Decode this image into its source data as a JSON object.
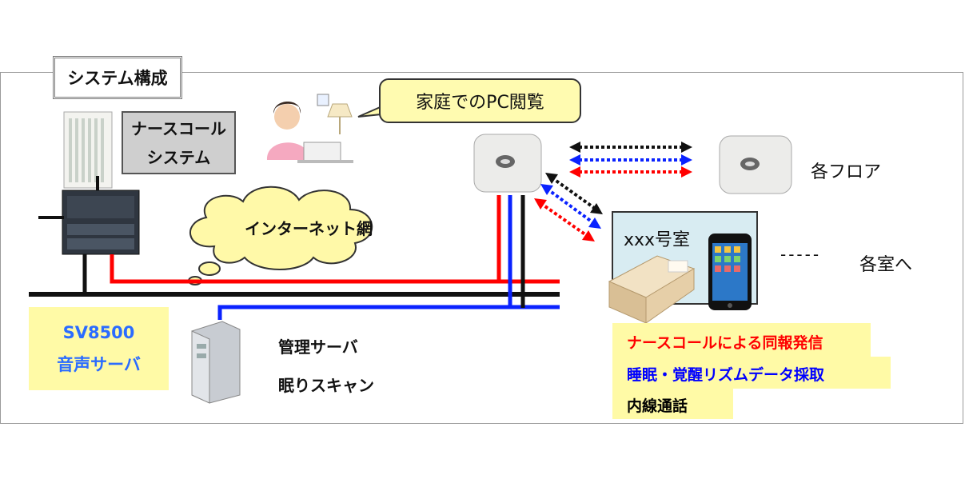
{
  "title": "システム構成",
  "nurse_call_system": {
    "line1": "ナースコール",
    "line2": "システム"
  },
  "callout": "家庭でのPC閲覧",
  "internet": "インターネット網",
  "each_floor": "各フロア",
  "room_label": "xxx号室",
  "dashes": "-----",
  "each_room": "各室へ",
  "sv": {
    "line1": "SV8500",
    "line2": "音声サーバ"
  },
  "server_labels": {
    "line1": "管理サーバ",
    "line2": "眠りスキャン"
  },
  "features": [
    {
      "text": "ナースコールによる同報発信",
      "color": "#ff0000"
    },
    {
      "text": "睡眠・覚醒リズムデータ採取",
      "color": "#0000ff"
    },
    {
      "text": "内線通話",
      "color": "#000000"
    }
  ],
  "colors": {
    "red": "#ff0000",
    "blue": "#0a22ff",
    "black": "#111111",
    "yellow": "#fffaa6"
  }
}
